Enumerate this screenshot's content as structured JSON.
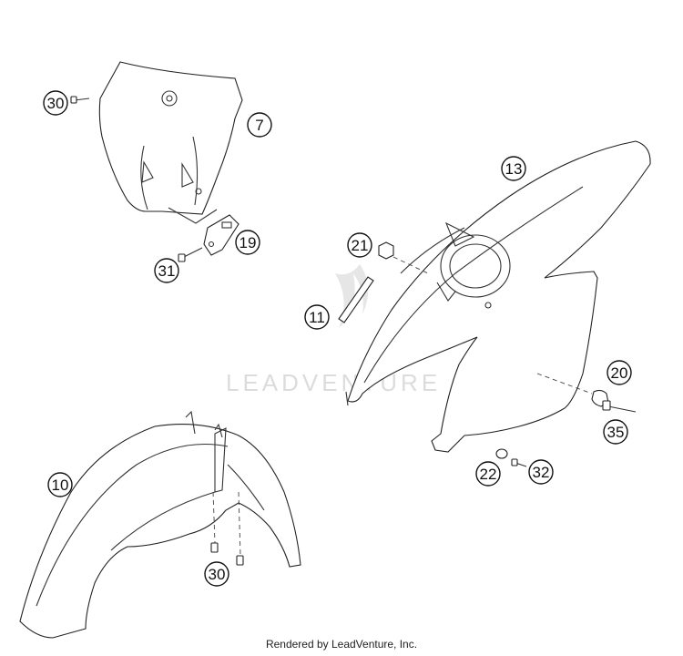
{
  "callouts": {
    "c7": "7",
    "c10": "10",
    "c11": "11",
    "c13": "13",
    "c19": "19",
    "c20": "20",
    "c21": "21",
    "c22": "22",
    "c30a": "30",
    "c30b": "30",
    "c31": "31",
    "c32": "32",
    "c35": "35"
  },
  "watermark": "LEADVENTURE",
  "credit": "Rendered by LeadVenture, Inc."
}
